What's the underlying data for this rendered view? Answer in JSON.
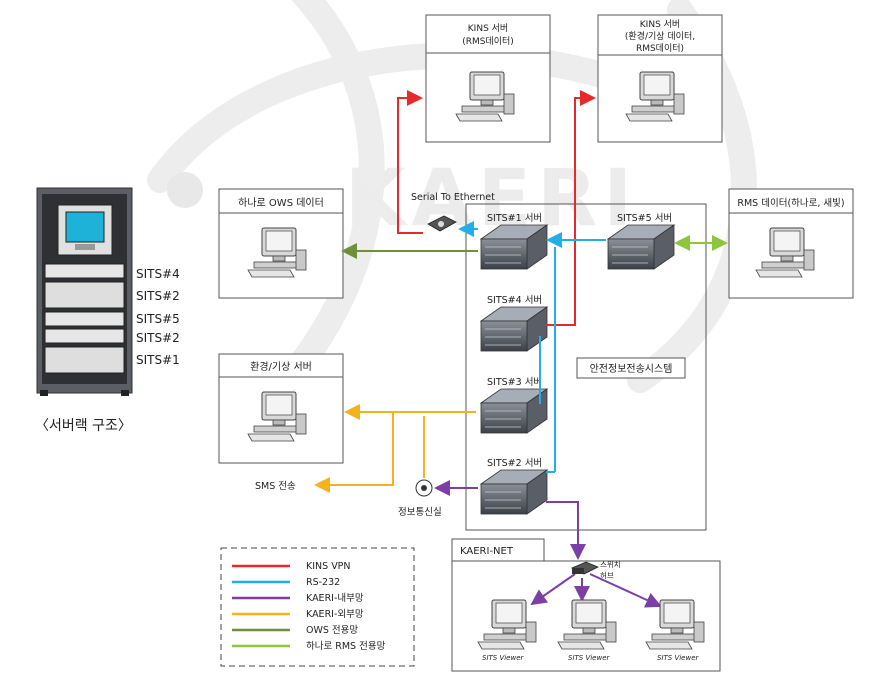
{
  "watermark": "KAERI",
  "rack": {
    "caption": "〈서버랙 구조〉",
    "labels": [
      "SITS#4",
      "SITS#2",
      "SITS#5",
      "SITS#2",
      "SITS#1"
    ]
  },
  "boxes": {
    "kins_rms": {
      "title_line1": "KINS 서버",
      "title_line2": "(RMS데이터)"
    },
    "kins_env": {
      "title_line1": "KINS 서버",
      "title_line2": "(환경/기상 데이터,",
      "title_line3": "RMS데이터)"
    },
    "ows": {
      "title": "하나로 OWS 데이터"
    },
    "rms": {
      "title": "RMS 데이터(하나로, 새빛)"
    },
    "env": {
      "title": "환경/기상 서버"
    },
    "system": {
      "label": "안전정보전송시스템"
    },
    "kaeri_net": {
      "title": "KAERI-NET"
    }
  },
  "servers": {
    "sits1": "SITS#1 서버",
    "sits5": "SITS#5 서버",
    "sits4": "SITS#4 서버",
    "sits3": "SITS#3 서버",
    "sits2": "SITS#2 서버"
  },
  "misc": {
    "serial": "Serial To Ethernet",
    "sms": "SMS 전송",
    "info_room": "정보통신실",
    "switch_line1": "스위치",
    "switch_line2": "허브",
    "viewer": "SITS Viewer"
  },
  "legend": [
    {
      "label": "KINS VPN",
      "color": "#e8292c"
    },
    {
      "label": "RS-232",
      "color": "#22aee6"
    },
    {
      "label": "KAERI-내부망",
      "color": "#7b3fa5"
    },
    {
      "label": "KAERI-외부망",
      "color": "#f5b21b"
    },
    {
      "label": "OWS 전용망",
      "color": "#6f8f3a"
    },
    {
      "label": "하나로 RMS 전용망",
      "color": "#8cc63f"
    }
  ]
}
